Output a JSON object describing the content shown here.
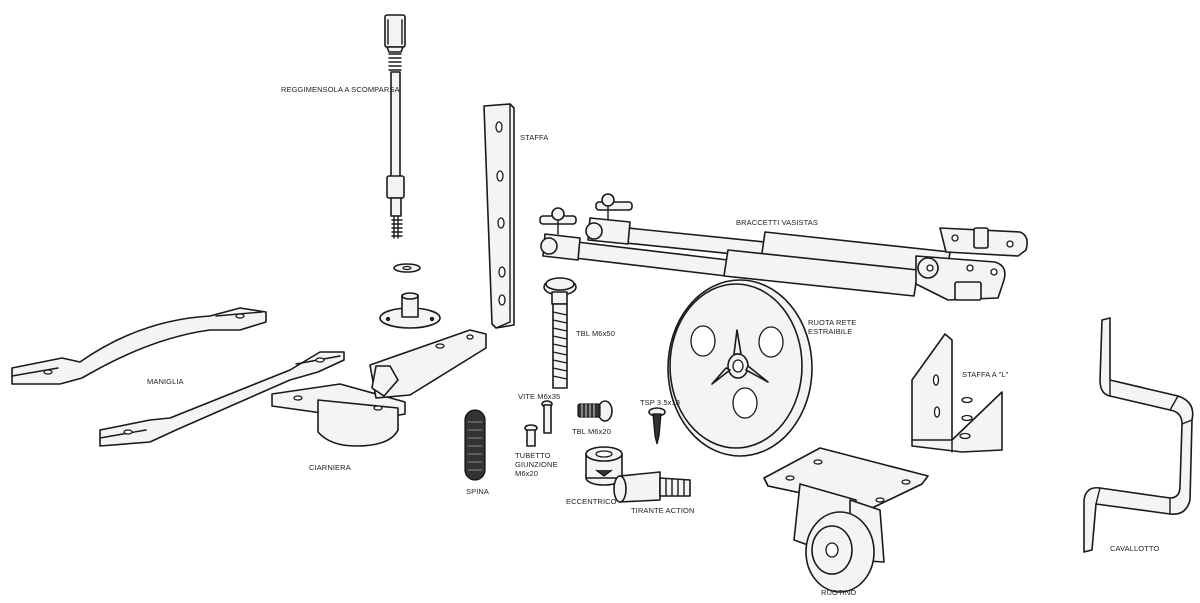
{
  "parts": {
    "reggimensola": "REGGIMENSOLA A SCOMPARSA",
    "staffa": "STAFFA",
    "braccetti": "BRACCETTI VASISTAS",
    "tbl_m6x50": "TBL M6x50",
    "ruota_rete_1": "RUOTA RETE",
    "ruota_rete_2": "ESTRAIBILE",
    "maniglia": "MANIGLIA",
    "staffa_l": "STAFFA A \"L\"",
    "vite_m6x35": "VITE M6x35",
    "tsp": "TSP 3.5x18",
    "tbl_m6x20": "TBL M6x20",
    "tubetto_1": "TUBETTO",
    "tubetto_2": "GIUNZIONE",
    "tubetto_3": "M6x20",
    "cerniera": "CIARNIERA",
    "spina": "SPINA",
    "eccentrico": "ECCENTRICO",
    "tirante": "TIRANTE ACTION",
    "cavallotto": "CAVALLOTTO",
    "ruotino": "RUOTINO"
  },
  "colors": {
    "ink": "#1a1a1a",
    "fill": "#f4f4f4",
    "background": "#ffffff"
  }
}
